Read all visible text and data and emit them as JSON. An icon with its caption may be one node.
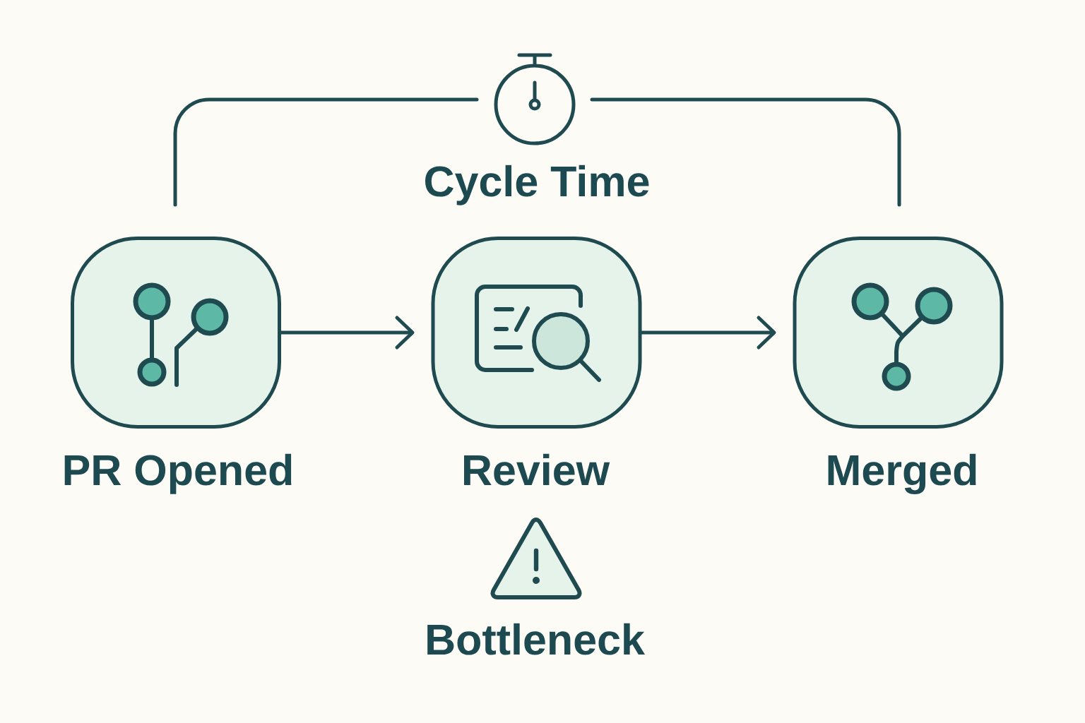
{
  "diagram": {
    "nodes": [
      {
        "text": [
          "PR Opened"
        ]
      },
      {
        "text": [
          "Review"
        ]
      },
      {
        "text": [
          "Merged"
        ]
      }
    ],
    "edges": [
      {
        "from": 0,
        "to": 1,
        "arrow": "to"
      },
      {
        "from": 1,
        "to": 2,
        "arrow": "to"
      }
    ],
    "labels": [
      "Cycle Time",
      "Bottleneck"
    ]
  }
}
